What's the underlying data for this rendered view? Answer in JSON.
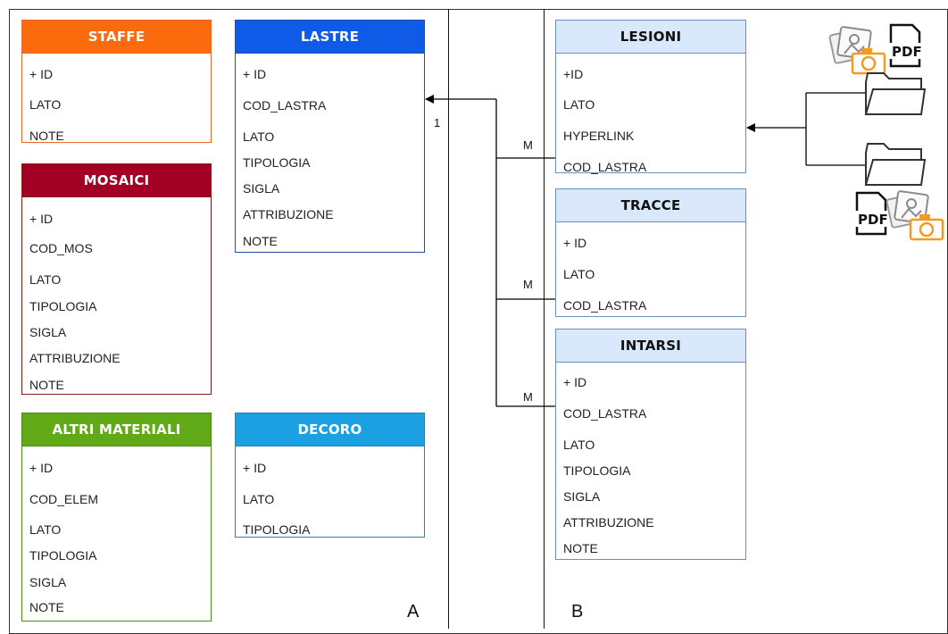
{
  "panels": {
    "left_label": "A",
    "right_label": "B"
  },
  "tables": {
    "staffe": {
      "title": "STAFFE",
      "color": "#f96b0c",
      "border": "#e9692a",
      "fields": [
        "+ ID",
        "LATO",
        "NOTE"
      ]
    },
    "lastre": {
      "title": "LASTRE",
      "color": "#0f5ae6",
      "border": "#1f4fa8",
      "fields": [
        "+ ID",
        "COD_LASTRA",
        "LATO",
        "TIPOLOGIA",
        "SIGLA",
        "ATTRIBUZIONE",
        "NOTE"
      ]
    },
    "mosaici": {
      "title": "MOSAICI",
      "color": "#a20025",
      "border": "#8a1b1b",
      "fields": [
        "+ ID",
        "COD_MOS",
        "LATO",
        "TIPOLOGIA",
        "SIGLA",
        "ATTRIBUZIONE",
        "NOTE"
      ]
    },
    "altri": {
      "title": "ALTRI MATERIALI",
      "color": "#60a917",
      "border": "#4c8a1c",
      "fields": [
        "+ ID",
        "COD_ELEM",
        "LATO",
        "TIPOLOGIA",
        "SIGLA",
        "NOTE"
      ]
    },
    "decoro": {
      "title": "DECORO",
      "color": "#1ba1e2",
      "border": "#2a7fb8",
      "fields": [
        "+ ID",
        "LATO",
        "TIPOLOGIA"
      ]
    },
    "lesioni": {
      "title": "LESIONI",
      "color": "#dae8fc",
      "border": "#6c8ebf",
      "fields": [
        "+ID",
        "LATO",
        "HYPERLINK",
        "COD_LASTRA"
      ]
    },
    "tracce": {
      "title": "TRACCE",
      "color": "#dae8fc",
      "border": "#6c8ebf",
      "fields": [
        "+ ID",
        "LATO",
        "COD_LASTRA"
      ]
    },
    "intarsi": {
      "title": "INTARSI",
      "color": "#dae8fc",
      "border": "#6c8ebf",
      "fields": [
        "+ ID",
        "COD_LASTRA",
        "LATO",
        "TIPOLOGIA",
        "SIGLA",
        "ATTRIBUZIONE",
        "NOTE"
      ]
    }
  },
  "relations": {
    "one_label": "1",
    "many_label": "M"
  },
  "files": {
    "pdf_label": "PDF",
    "icons": [
      "photos-icon",
      "camera-icon",
      "pdf-file-icon",
      "folder-icon"
    ]
  }
}
